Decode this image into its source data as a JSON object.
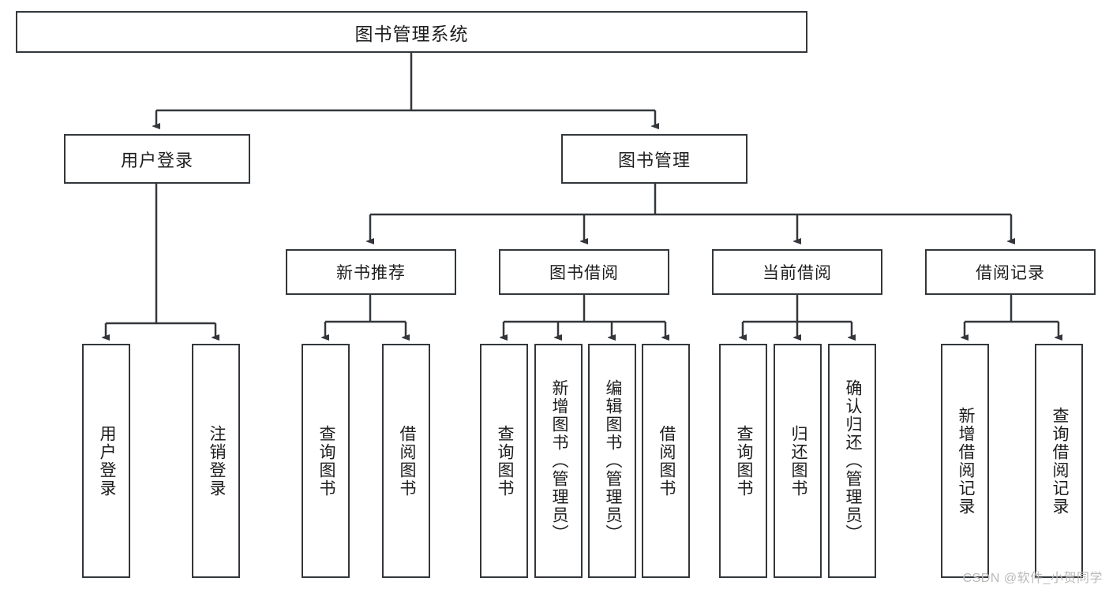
{
  "diagram": {
    "type": "tree-hierarchy-chart",
    "title": "图书管理系统",
    "line_color": "#33373b",
    "box_fill": "#ffffff",
    "text_color": "#1d1d1d",
    "root": {
      "label": "图书管理系统"
    },
    "level2": [
      {
        "label": "用户登录"
      },
      {
        "label": "图书管理"
      }
    ],
    "level3": [
      {
        "label": "新书推荐"
      },
      {
        "label": "图书借阅"
      },
      {
        "label": "当前借阅"
      },
      {
        "label": "借阅记录"
      }
    ],
    "leaves": {
      "user_login": [
        {
          "label": "用户登录"
        },
        {
          "label": "注销登录"
        }
      ],
      "new_book_recommend": [
        {
          "label": "查询图书"
        },
        {
          "label": "借阅图书"
        }
      ],
      "book_borrow": [
        {
          "label": "查询图书"
        },
        {
          "label": "新增图书（管理员）"
        },
        {
          "label": "编辑图书（管理员）"
        },
        {
          "label": "借阅图书"
        }
      ],
      "current_borrow": [
        {
          "label": "查询图书"
        },
        {
          "label": "归还图书"
        },
        {
          "label": "确认归还（管理员）"
        }
      ],
      "borrow_record": [
        {
          "label": "新增借阅记录"
        },
        {
          "label": "查询借阅记录"
        }
      ]
    }
  },
  "watermark": {
    "text": "CSDN @软件_小贺同学"
  }
}
